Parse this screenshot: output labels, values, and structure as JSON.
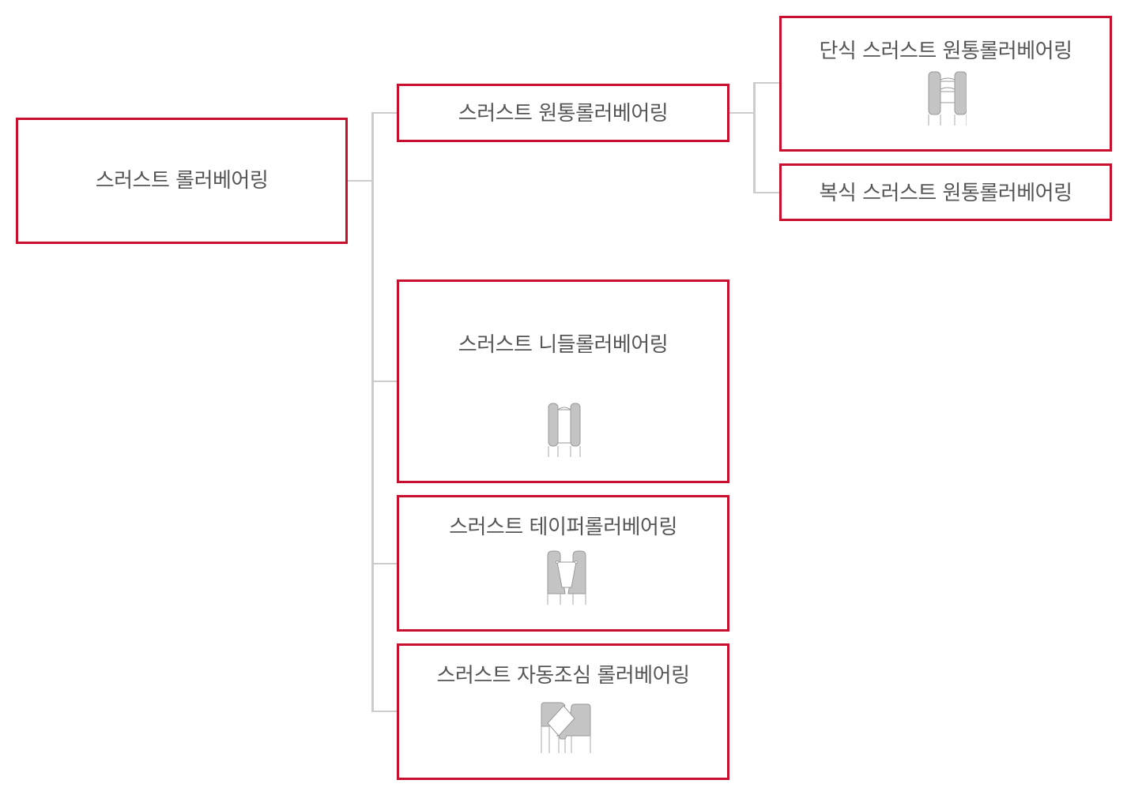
{
  "diagram": {
    "type": "tree",
    "colors": {
      "box_border": "#c8102e",
      "connector": "#cccccc",
      "text": "#555555",
      "icon_fill": "#c4c4c4",
      "icon_stroke": "#999999"
    },
    "root": {
      "label": "스러스트 롤러베어링"
    },
    "level1": [
      {
        "label": "스러스트 원통롤러베어링",
        "children": [
          {
            "label": "단식 스러스트 원통롤러베어링",
            "icon": "single-thrust-cylindrical-roller-bearing-icon"
          },
          {
            "label": "복식 스러스트 원통롤러베어링"
          }
        ]
      },
      {
        "label": "스러스트 니들롤러베어링",
        "icon": "thrust-needle-roller-bearing-icon"
      },
      {
        "label": "스러스트 테이퍼롤러베어링",
        "icon": "thrust-tapered-roller-bearing-icon"
      },
      {
        "label": "스러스트 자동조심 롤러베어링",
        "icon": "thrust-spherical-roller-bearing-icon"
      }
    ]
  }
}
